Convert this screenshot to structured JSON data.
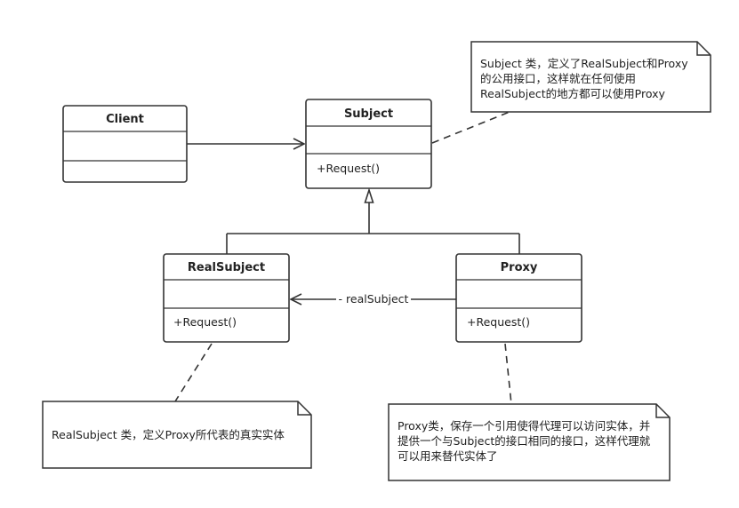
{
  "classes": {
    "client": {
      "name": "Client"
    },
    "subject": {
      "name": "Subject",
      "operation": "+Request()"
    },
    "real_subject": {
      "name": "RealSubject",
      "operation": "+Request()"
    },
    "proxy": {
      "name": "Proxy",
      "operation": "+Request()"
    }
  },
  "associations": {
    "proxy_to_real": {
      "label": "- realSubject"
    }
  },
  "notes": {
    "subject": {
      "lines": [
        "Subject 类，定义了RealSubject和Proxy",
        "的公用接口，这样就在任何使用",
        "RealSubject的地方都可以使用Proxy"
      ]
    },
    "real_subject": {
      "lines": [
        "RealSubject 类，定义Proxy所代表的真实实体"
      ]
    },
    "proxy": {
      "lines": [
        "Proxy类，保存一个引用使得代理可以访问实体，并",
        "提供一个与Subject的接口相同的接口，这样代理就",
        "可以用来替代实体了"
      ]
    }
  }
}
